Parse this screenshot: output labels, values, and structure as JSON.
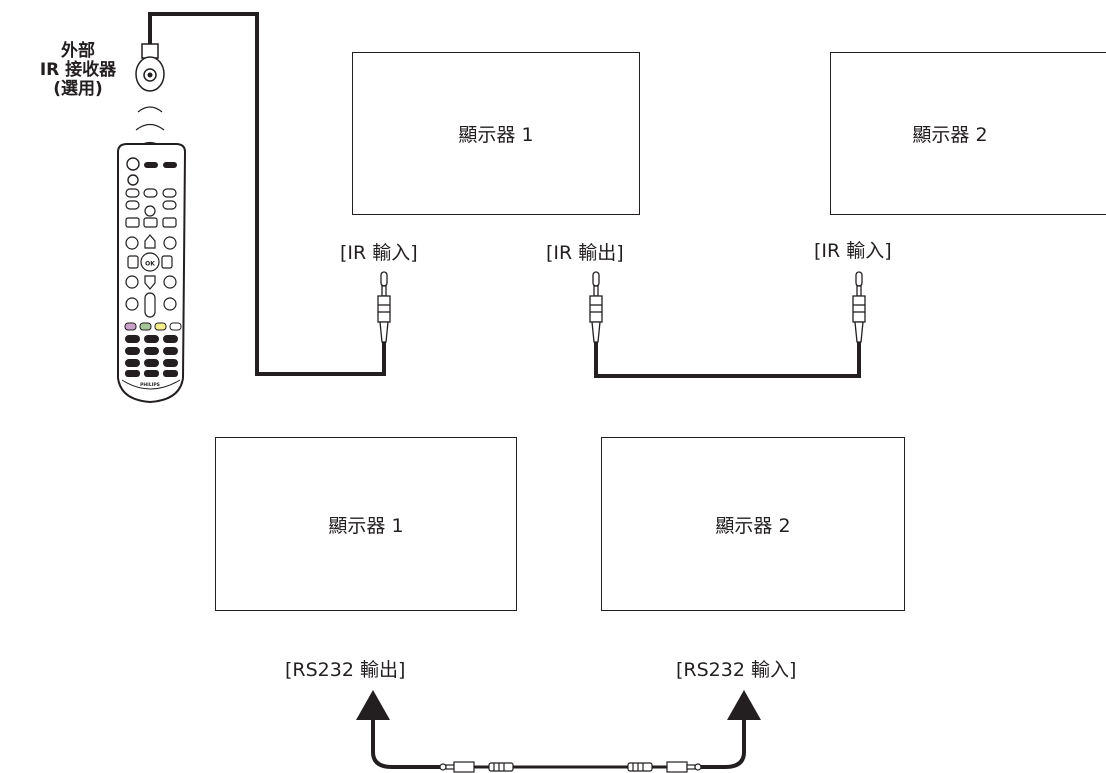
{
  "external_ir": {
    "line1": "外部",
    "line2": "IR 接收器",
    "line3": "(選用)"
  },
  "ir_setup": {
    "display1": "顯示器 1",
    "display2": "顯示器 2",
    "label_ir_in_1": "[IR 輸入]",
    "label_ir_out": "[IR 輸出]",
    "label_ir_in_2": "[IR 輸入]"
  },
  "rs232_setup": {
    "display1": "顯示器 1",
    "display2": "顯示器 2",
    "label_out": "[RS232 輸出]",
    "label_in": "[RS232 輸入]"
  },
  "remote": {
    "brand": "PHILIPS",
    "ok_label": "OK"
  }
}
